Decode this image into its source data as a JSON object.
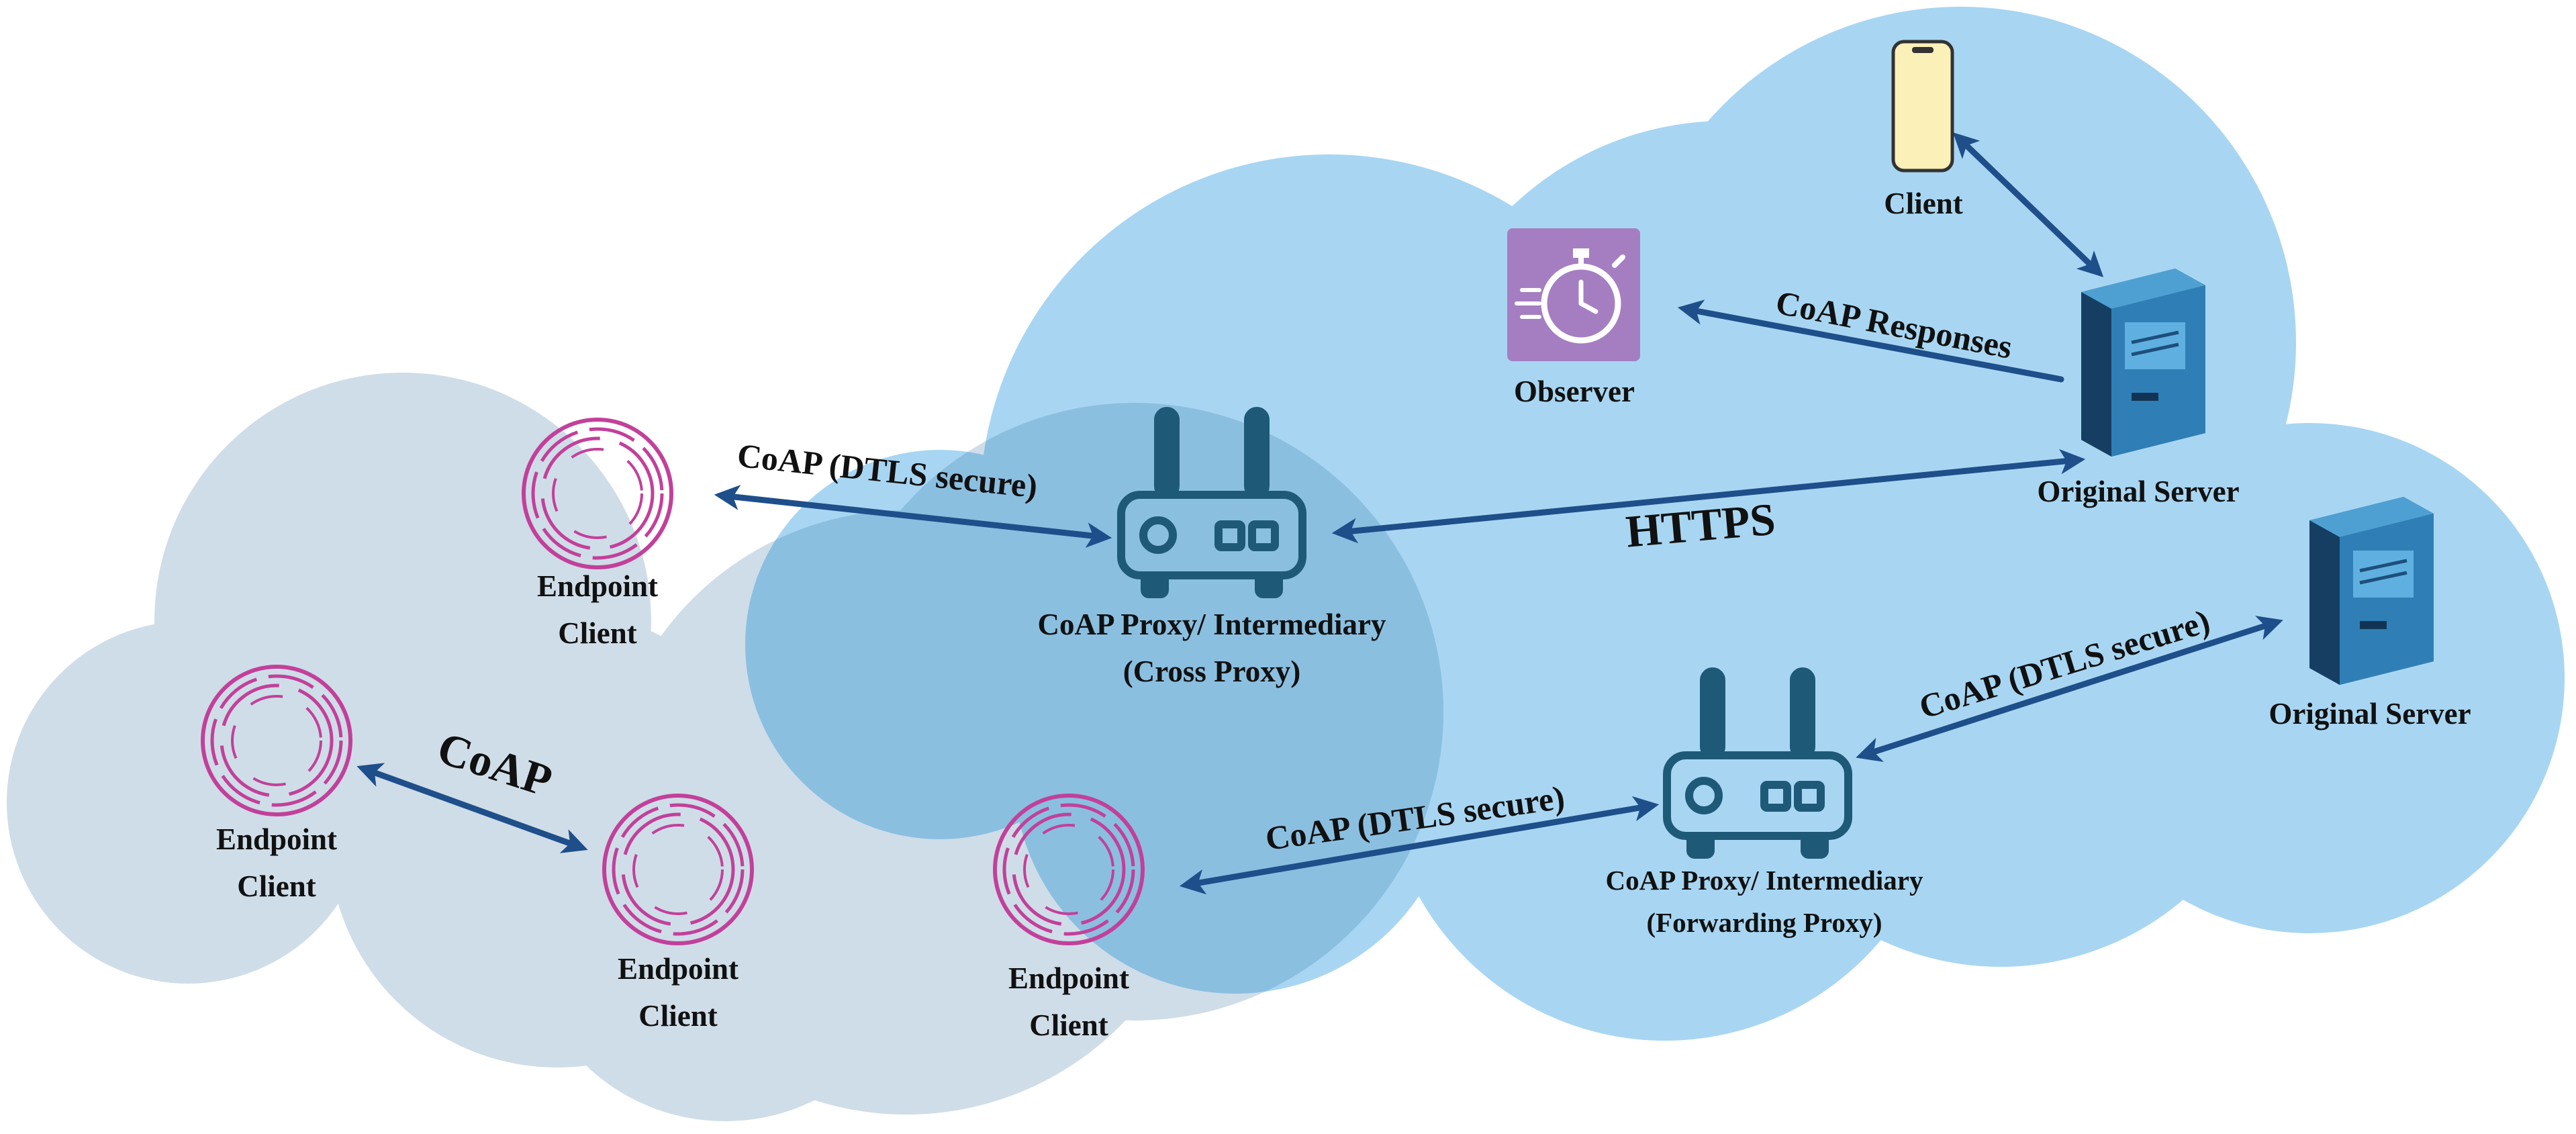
{
  "colors": {
    "left_cloud": "#cfdde8",
    "right_cloud": "#a8d6f2",
    "overlap": "#8bbfe0",
    "arrow": "#1f4f8a",
    "endpoint_ring": "#c2409a",
    "router": "#1e5a78",
    "server_front": "#2f7fb6",
    "server_dark": "#1d4f7c",
    "observer_bg": "#a57ec2",
    "phone": "#fbf0b8"
  },
  "icons": {
    "endpoint": "circular-ring-icon",
    "proxy": "router-icon",
    "server": "server-tower-icon",
    "observer": "stopwatch-icon",
    "client": "smartphone-icon"
  },
  "nodes": {
    "endpoint_1": {
      "line1": "Endpoint",
      "line2": "Client"
    },
    "endpoint_2": {
      "line1": "Endpoint",
      "line2": "Client"
    },
    "endpoint_3": {
      "line1": "Endpoint",
      "line2": "Client"
    },
    "endpoint_4": {
      "line1": "Endpoint",
      "line2": "Client"
    },
    "cross_proxy": {
      "line1": "CoAP Proxy/ Intermediary",
      "line2": "(Cross Proxy)"
    },
    "forwarding_proxy": {
      "line1": "CoAP Proxy/ Intermediary",
      "line2": "(Forwarding Proxy)"
    },
    "observer": {
      "label": "Observer"
    },
    "client": {
      "label": "Client"
    },
    "server_1": {
      "label": "Original Server"
    },
    "server_2": {
      "label": "Original Server"
    }
  },
  "edges": {
    "coap_local": "CoAP",
    "dtls_cross": "CoAP (DTLS secure)",
    "https": "HTTPS",
    "responses": "CoAP Responses",
    "dtls_forward_in": "CoAP (DTLS secure)",
    "dtls_forward_out": "CoAP (DTLS secure)"
  }
}
